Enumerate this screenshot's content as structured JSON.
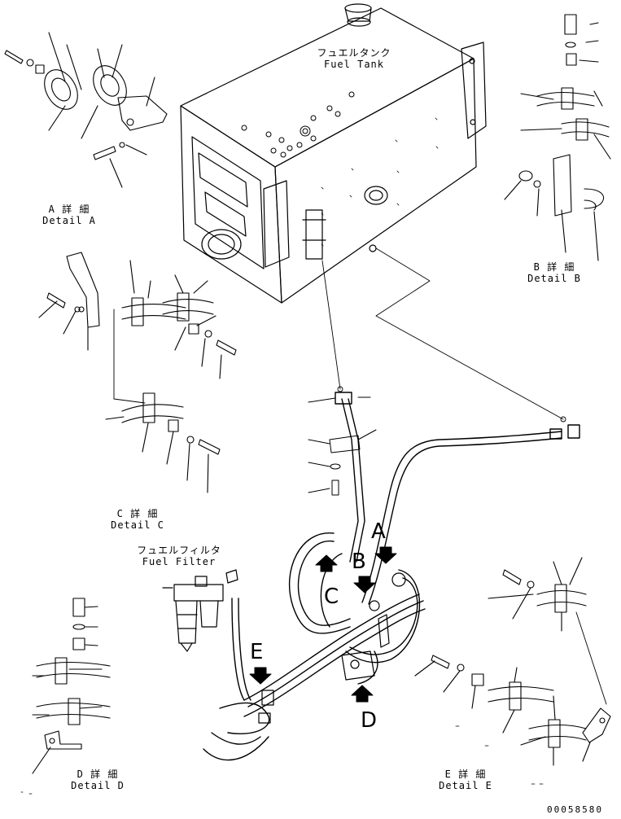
{
  "labels": {
    "fuel_tank": {
      "jp": "フュエルタンク",
      "en": "Fuel Tank"
    },
    "fuel_filter": {
      "jp": "フュエルフィルタ",
      "en": "Fuel Filter"
    },
    "detail_a": {
      "jp": "A 詳 細",
      "en": "Detail A"
    },
    "detail_b": {
      "jp": "B 詳 細",
      "en": "Detail B"
    },
    "detail_c": {
      "jp": "C 詳 細",
      "en": "Detail C"
    },
    "detail_d": {
      "jp": "D 詳 細",
      "en": "Detail D"
    },
    "detail_e": {
      "jp": "E 詳 細",
      "en": "Detail E"
    }
  },
  "view_letters": {
    "a": "A",
    "b": "B",
    "c": "C",
    "d": "D",
    "e": "E"
  },
  "drawing_number": "00058580",
  "icons": {
    "view_arrow": "view-direction-arrow-icon"
  }
}
